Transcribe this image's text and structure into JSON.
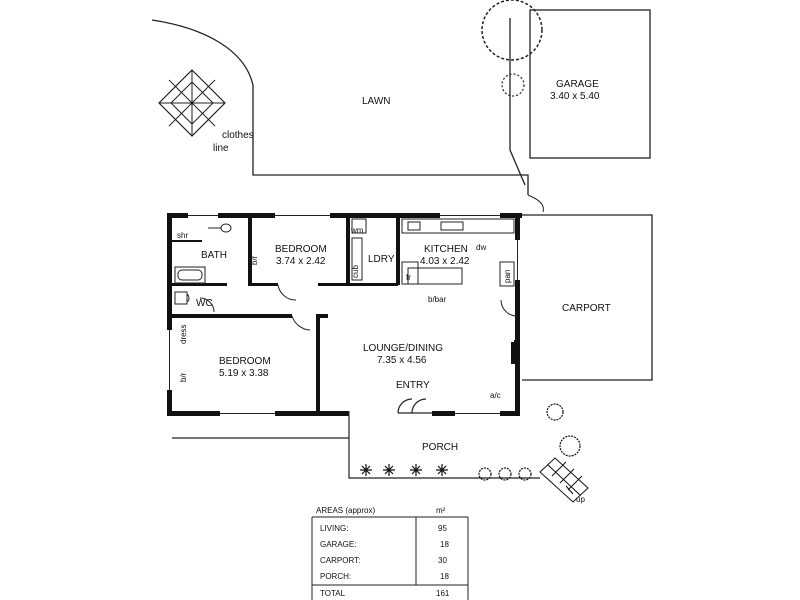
{
  "colors": {
    "ink": "#111111",
    "paper": "#ffffff"
  },
  "outdoor": {
    "lawn": "LAWN",
    "clothes_line": [
      "clothes",
      "line"
    ],
    "up": "up"
  },
  "garage": {
    "name": "GARAGE",
    "dims": "3.40 x 5.40"
  },
  "carport": {
    "name": "CARPORT"
  },
  "rooms": {
    "shower": "shr",
    "bath": "BATH",
    "bir_1": "b/r",
    "bedroom_1": {
      "name": "BEDROOM",
      "dims": "3.74 x 2.42"
    },
    "washing_machine": "wm",
    "cupboard": "cub",
    "laundry": "LDRY",
    "kitchen": {
      "name": "KITCHEN",
      "dims": "4.03 x 2.42"
    },
    "dishwasher": "dw",
    "fridge": "fr",
    "pantry": "pan",
    "breakfast_bar": "b/bar",
    "wc": "WC",
    "dress": "dress",
    "bir_2": "b/r",
    "bedroom_2": {
      "name": "BEDROOM",
      "dims": "5.19 x 3.38"
    },
    "lounge_dining": {
      "name": "LOUNGE/DINING",
      "dims": "7.35 x 4.56"
    },
    "entry": "ENTRY",
    "air_con": "a/c",
    "porch": "PORCH"
  },
  "areas": {
    "header": "AREAS (approx)",
    "unit": "m²",
    "rows": [
      {
        "label": "LIVING:",
        "value": "95"
      },
      {
        "label": "GARAGE:",
        "value": "18"
      },
      {
        "label": "CARPORT:",
        "value": "30"
      },
      {
        "label": "PORCH:",
        "value": "18"
      }
    ],
    "total_label": "TOTAL",
    "total_value": "161"
  }
}
